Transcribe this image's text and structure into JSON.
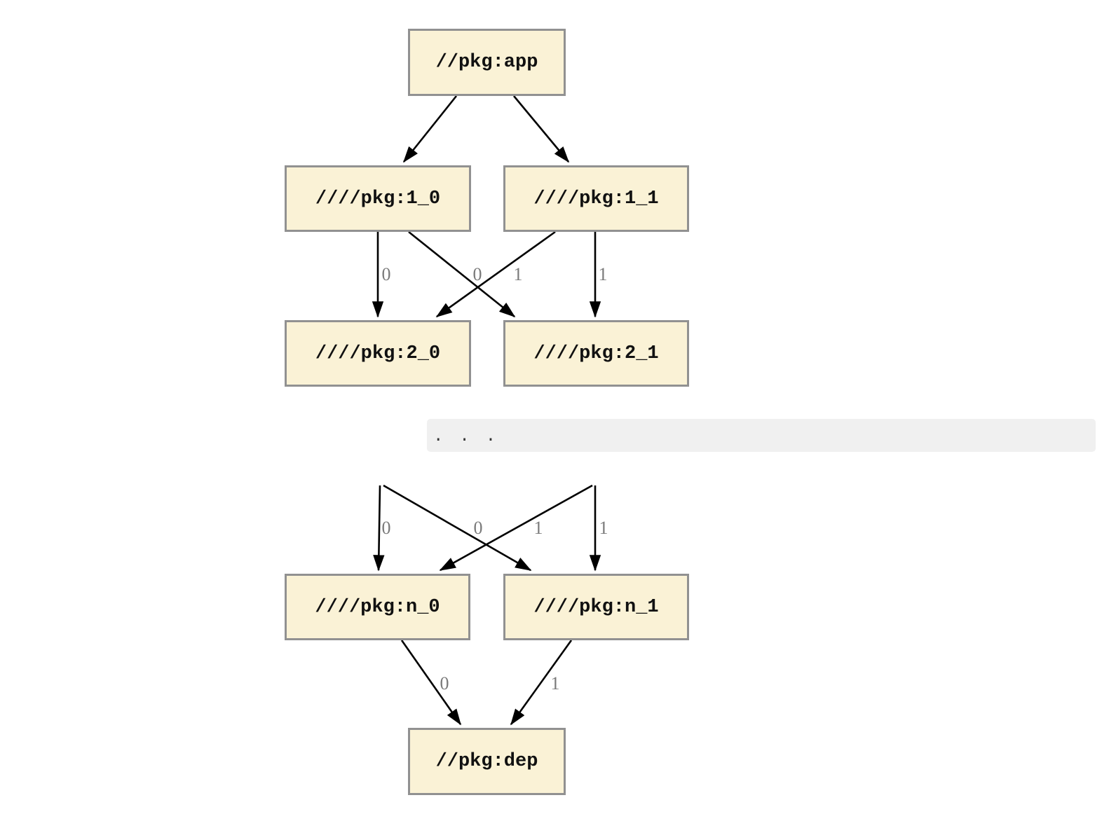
{
  "theme": {
    "page_bg": "#ffffff",
    "node_fill": "#faf2d6",
    "node_border": "#919191",
    "edge_color": "#000000",
    "edge_label_color": "#7a7a7a",
    "band_bg": "#f0f0f0"
  },
  "diagram": {
    "type": "dependency-graph",
    "nodes": [
      {
        "id": "app",
        "label": "//pkg:app"
      },
      {
        "id": "1_0",
        "label": "////pkg:1_0"
      },
      {
        "id": "1_1",
        "label": "////pkg:1_1"
      },
      {
        "id": "2_0",
        "label": "////pkg:2_0"
      },
      {
        "id": "2_1",
        "label": "////pkg:2_1"
      },
      {
        "id": "n_0",
        "label": "////pkg:n_0"
      },
      {
        "id": "n_1",
        "label": "////pkg:n_1"
      },
      {
        "id": "dep",
        "label": "//pkg:dep"
      }
    ],
    "edges": [
      {
        "from": "//pkg:app",
        "to": "////pkg:1_0",
        "label": ""
      },
      {
        "from": "//pkg:app",
        "to": "////pkg:1_1",
        "label": ""
      },
      {
        "from": "////pkg:1_0",
        "to": "////pkg:2_0",
        "label": "0"
      },
      {
        "from": "////pkg:1_1",
        "to": "////pkg:2_0",
        "label": "0"
      },
      {
        "from": "////pkg:1_0",
        "to": "////pkg:2_1",
        "label": "1"
      },
      {
        "from": "////pkg:1_1",
        "to": "////pkg:2_1",
        "label": "1"
      },
      {
        "from": "...",
        "to": "////pkg:n_0",
        "label": "0"
      },
      {
        "from": "...",
        "to": "////pkg:n_0",
        "label": "0"
      },
      {
        "from": "...",
        "to": "////pkg:n_1",
        "label": "1"
      },
      {
        "from": "...",
        "to": "////pkg:n_1",
        "label": "1"
      },
      {
        "from": "////pkg:n_0",
        "to": "//pkg:dep",
        "label": "0"
      },
      {
        "from": "////pkg:n_1",
        "to": "//pkg:dep",
        "label": "1"
      }
    ],
    "ellipsis": {
      "text": ". . ."
    }
  }
}
